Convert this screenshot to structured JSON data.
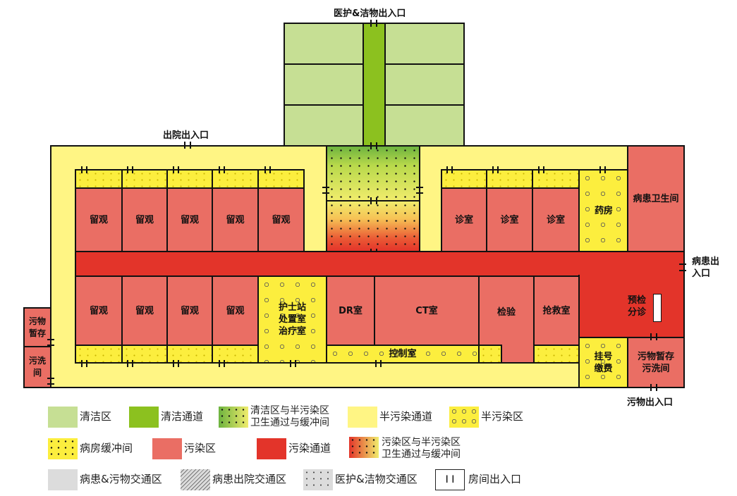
{
  "entrances": {
    "medical_clean": "医护&洁物出入口",
    "discharge": "出院出入口",
    "patient_line1": "病患出",
    "patient_line2": "入口",
    "waste": "污物出入口"
  },
  "rooms": {
    "observation": [
      "留观",
      "留观",
      "留观",
      "留观",
      "留观",
      "留观",
      "留观",
      "留观",
      "留观"
    ],
    "clinic": [
      "诊室",
      "诊室",
      "诊室"
    ],
    "pharmacy": "药房",
    "patient_toilet": "病患卫生间",
    "nurse_station_l1": "护士站",
    "nurse_station_l2": "处置室",
    "nurse_station_l3": "治疗室",
    "dr_room": "DR室",
    "ct_room": "CT室",
    "lab": "检验",
    "rescue": "抢救室",
    "control": "控制室",
    "triage_l1": "预检",
    "triage_l2": "分诊",
    "registration_l1": "挂号",
    "registration_l2": "缴费",
    "waste_storage_wash_l1": "污物暂存",
    "waste_storage_wash_l2": "污洗间",
    "waste_storage_l1": "污物",
    "waste_storage_l2": "暂存",
    "dirty_wash_l1": "污洗",
    "dirty_wash_l2": "间"
  },
  "legend": {
    "clean_zone": "清洁区",
    "clean_passage": "清洁通道",
    "clean_semi_buffer_l1": "清洁区与半污染区",
    "clean_semi_buffer_l2": "卫生通过与缓冲间",
    "semi_passage": "半污染通道",
    "semi_zone": "半污染区",
    "ward_buffer": "病房缓冲间",
    "dirty_zone": "污染区",
    "dirty_passage": "污染通道",
    "dirty_semi_buffer_l1": "污染区与半污染区",
    "dirty_semi_buffer_l2": "卫生通过与缓冲间",
    "patient_waste_traffic": "病患&污物交通区",
    "discharge_traffic": "病患出院交通区",
    "medical_clean_traffic": "医护&洁物交通区",
    "room_door": "房间出入口",
    "door_symbol": "I I"
  },
  "colors": {
    "clean_zone": "#c6df94",
    "clean_passage": "#8cc11f",
    "semi_passage": "#fff584",
    "semi_zone": "#fcee3e",
    "dirty_zone": "#ea6e64",
    "dirty_passage": "#e3342a",
    "traffic_gray": "#dcdcdc"
  }
}
